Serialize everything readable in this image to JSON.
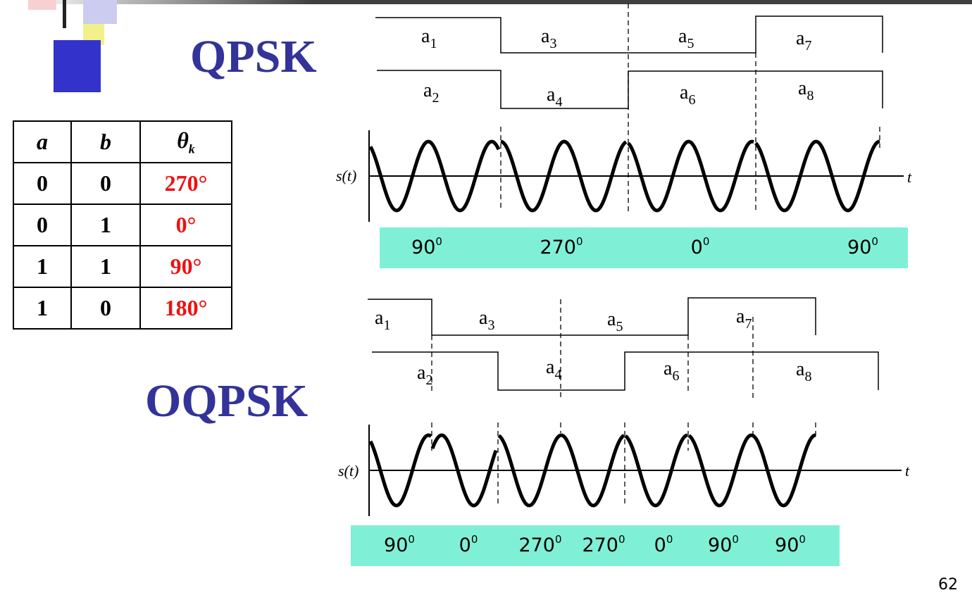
{
  "qpsk_title": "QPSK",
  "oqpsk_title": "OQPSK",
  "page_number": "62",
  "table": {
    "headers": [
      "a",
      "b",
      "θ",
      "k"
    ],
    "rows": [
      {
        "a": "0",
        "b": "0",
        "theta": "270°"
      },
      {
        "a": "0",
        "b": "1",
        "theta": "0°"
      },
      {
        "a": "1",
        "b": "1",
        "theta": "90°"
      },
      {
        "a": "1",
        "b": "0",
        "theta": "180°"
      }
    ]
  },
  "bit_symbol": "a",
  "waveform_label": "s(t)",
  "time_label": "t",
  "qpsk": {
    "row1_labels": [
      "1",
      "3",
      "5",
      "7"
    ],
    "row2_labels": [
      "2",
      "4",
      "6",
      "8"
    ],
    "phases": [
      {
        "value": "90",
        "sup": "0"
      },
      {
        "value": "270",
        "sup": "0"
      },
      {
        "value": "0",
        "sup": "0"
      },
      {
        "value": "90",
        "sup": "0"
      }
    ]
  },
  "oqpsk": {
    "row1_labels": [
      "1",
      "3",
      "5",
      "7"
    ],
    "row2_labels": [
      "2",
      "4",
      "6",
      "8"
    ],
    "phases": [
      {
        "value": "90",
        "sup": "0"
      },
      {
        "value": "0",
        "sup": "0"
      },
      {
        "value": "270",
        "sup": "0"
      },
      {
        "value": "270",
        "sup": "0"
      },
      {
        "value": "0",
        "sup": "0"
      },
      {
        "value": "90",
        "sup": "0"
      },
      {
        "value": "90",
        "sup": "0"
      }
    ]
  },
  "colors": {
    "title": "#333399",
    "theta": "#ee1111",
    "band": "#7ff0d6"
  }
}
